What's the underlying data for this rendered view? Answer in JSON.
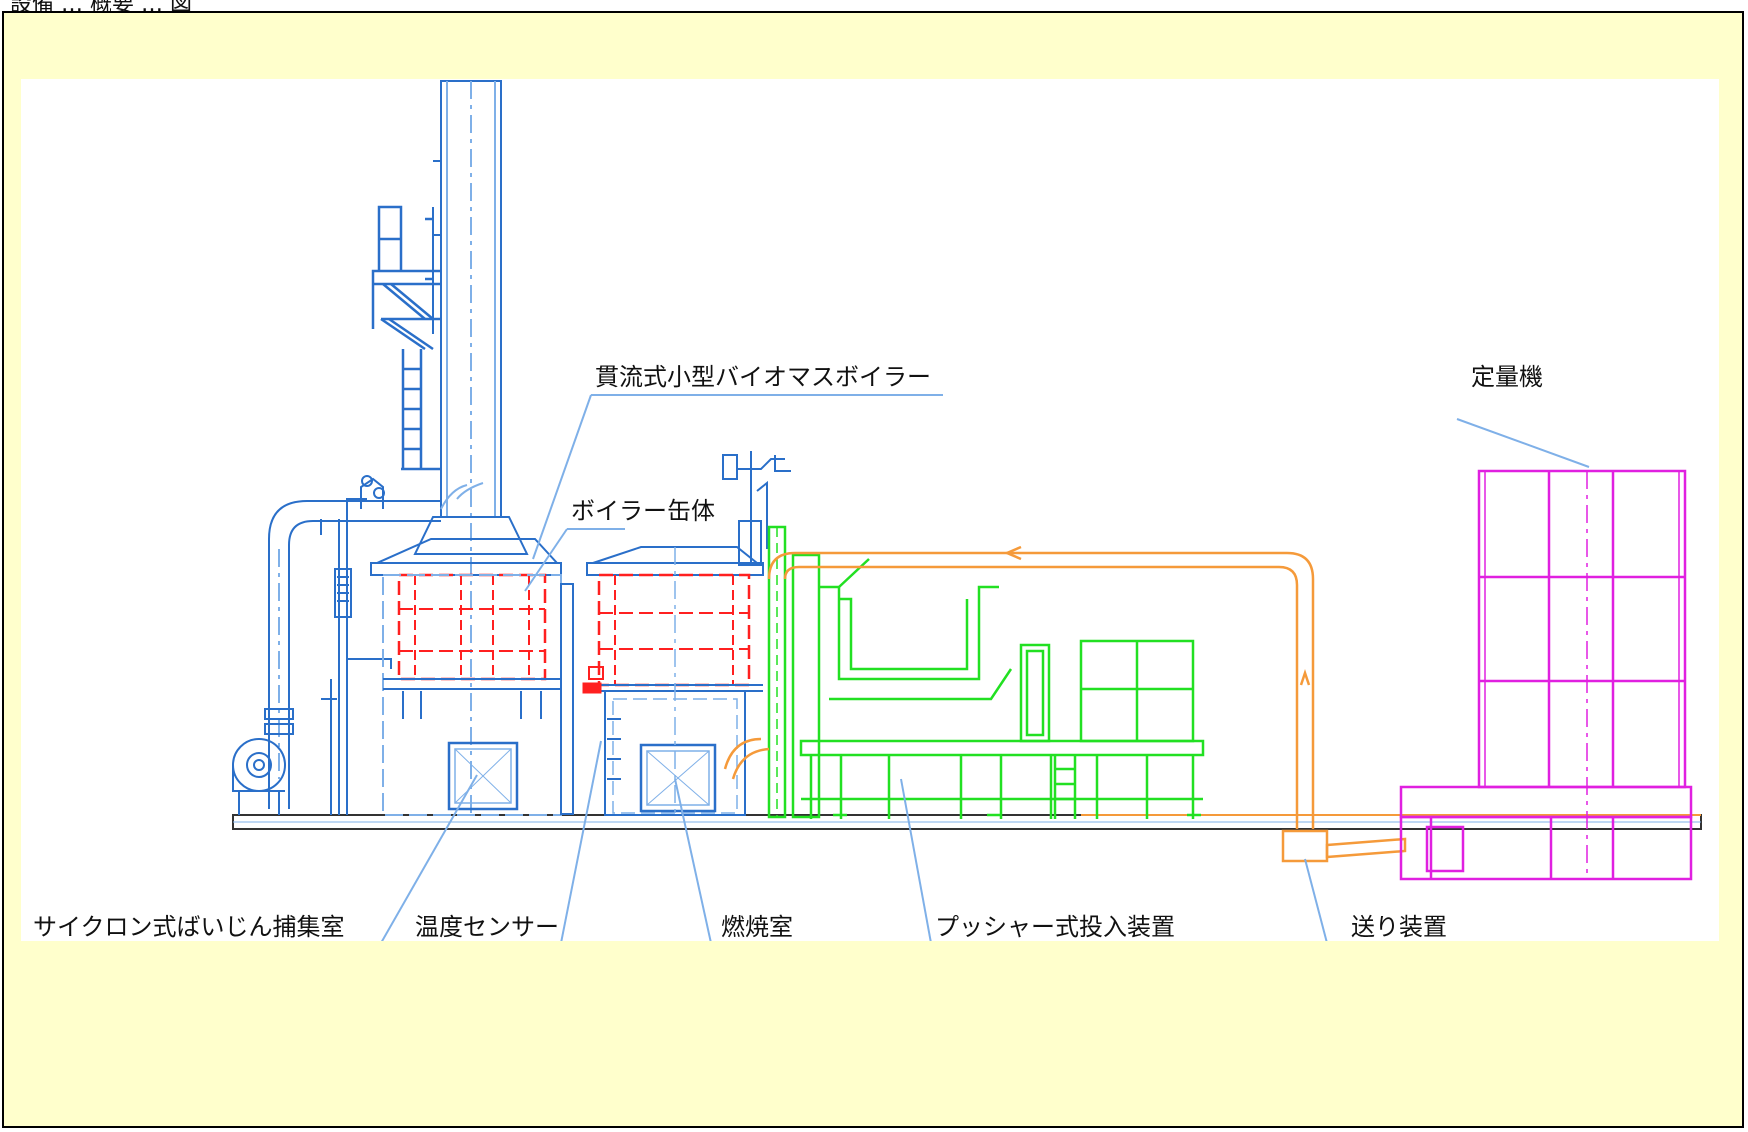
{
  "header": {
    "caption_fragment": "設備 … 概要 … 図"
  },
  "diagram": {
    "labels": {
      "boiler": "貫流式小型バイオマスボイラー",
      "boiler_shell": "ボイラー缶体",
      "cyclone": "サイクロン式ばいじん捕集室",
      "temp_sensor": "温度センサー",
      "combustion": "燃焼室",
      "pusher": "プッシャー式投入装置",
      "feeder": "送り装置",
      "metering": "定量機"
    },
    "colors": {
      "background": "#ffffcc",
      "drawing_bg": "#ffffff",
      "boiler_blue": "#2a6fc9",
      "light_blue": "#7fb0e8",
      "heater_red": "#ff2020",
      "pusher_green": "#22e022",
      "duct_orange": "#f59a3a",
      "metering_magenta": "#e020e0",
      "leader": "#7fb0e8"
    }
  }
}
